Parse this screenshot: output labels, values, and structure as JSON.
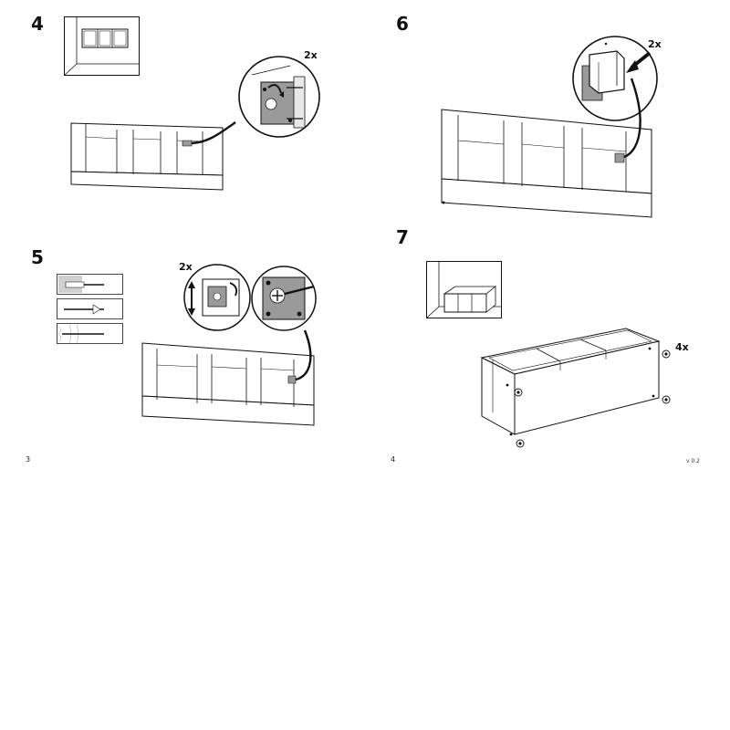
{
  "steps": [
    {
      "number": "4",
      "quantity": "2x"
    },
    {
      "number": "5",
      "quantity": "2x"
    },
    {
      "number": "6",
      "quantity": "2x"
    },
    {
      "number": "7",
      "quantity": "4x"
    }
  ],
  "pages": {
    "left": "3",
    "right": "4"
  },
  "version": "v 0.2",
  "colors": {
    "line": "#111111",
    "detail_fill": "#9a9a9a",
    "wall_texture": "#cfcfcf"
  }
}
